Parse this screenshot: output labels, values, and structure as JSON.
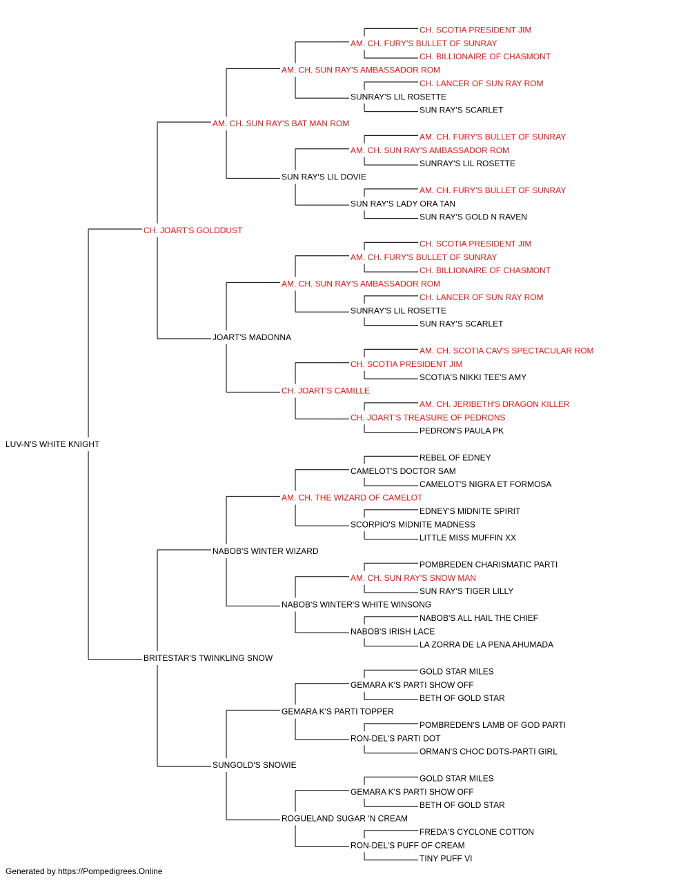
{
  "colors": {
    "champion": "#ee1111",
    "normal": "#000000",
    "connector": "#222222"
  },
  "pedigree": {
    "name": "LUV-N'S WHITE KNIGHT",
    "champion": false,
    "sire": {
      "name": "CH. JOART'S GOLDDUST",
      "champion": true,
      "sire": {
        "name": "AM. CH. SUN RAY'S BAT MAN ROM",
        "champion": true,
        "sire": {
          "name": "AM. CH. SUN RAY'S AMBASSADOR ROM",
          "champion": true,
          "sire": {
            "name": "AM. CH. FURY'S BULLET OF SUNRAY",
            "champion": true,
            "sire": {
              "name": "CH. SCOTIA PRESIDENT JIM",
              "champion": true
            },
            "dam": {
              "name": "CH. BILLIONAIRE OF CHASMONT",
              "champion": true
            }
          },
          "dam": {
            "name": "SUNRAY'S LIL ROSETTE",
            "champion": false,
            "sire": {
              "name": "CH. LANCER OF SUN RAY ROM",
              "champion": true
            },
            "dam": {
              "name": "SUN RAY'S SCARLET",
              "champion": false
            }
          }
        },
        "dam": {
          "name": "SUN RAY'S LIL DOVIE",
          "champion": false,
          "sire": {
            "name": "AM. CH. SUN RAY'S AMBASSADOR ROM",
            "champion": true,
            "sire": {
              "name": "AM. CH. FURY'S BULLET OF SUNRAY",
              "champion": true
            },
            "dam": {
              "name": "SUNRAY'S LIL ROSETTE",
              "champion": false
            }
          },
          "dam": {
            "name": "SUN RAY'S LADY ORA TAN",
            "champion": false,
            "sire": {
              "name": "AM. CH. FURY'S BULLET OF SUNRAY",
              "champion": true
            },
            "dam": {
              "name": "SUN RAY'S GOLD N RAVEN",
              "champion": false
            }
          }
        }
      },
      "dam": {
        "name": "JOART'S MADONNA",
        "champion": false,
        "sire": {
          "name": "AM. CH. SUN RAY'S AMBASSADOR ROM",
          "champion": true,
          "sire": {
            "name": "AM. CH. FURY'S BULLET OF SUNRAY",
            "champion": true,
            "sire": {
              "name": "CH. SCOTIA PRESIDENT JIM",
              "champion": true
            },
            "dam": {
              "name": "CH. BILLIONAIRE OF CHASMONT",
              "champion": true
            }
          },
          "dam": {
            "name": "SUNRAY'S LIL ROSETTE",
            "champion": false,
            "sire": {
              "name": "CH. LANCER OF SUN RAY ROM",
              "champion": true
            },
            "dam": {
              "name": "SUN RAY'S SCARLET",
              "champion": false
            }
          }
        },
        "dam": {
          "name": "CH. JOART'S CAMILLE",
          "champion": true,
          "sire": {
            "name": "CH. SCOTIA PRESIDENT JIM",
            "champion": true,
            "sire": {
              "name": "AM. CH. SCOTIA CAV'S SPECTACULAR ROM",
              "champion": true
            },
            "dam": {
              "name": "SCOTIA'S NIKKI TEE'S AMY",
              "champion": false
            }
          },
          "dam": {
            "name": "CH. JOART'S TREASURE OF PEDRONS",
            "champion": true,
            "sire": {
              "name": "AM. CH. JERIBETH'S DRAGON KILLER",
              "champion": true
            },
            "dam": {
              "name": "PEDRON'S PAULA PK",
              "champion": false
            }
          }
        }
      }
    },
    "dam": {
      "name": "BRITESTAR'S TWINKLING SNOW",
      "champion": false,
      "sire": {
        "name": "NABOB'S WINTER WIZARD",
        "champion": false,
        "sire": {
          "name": "AM. CH. THE WIZARD OF CAMELOT",
          "champion": true,
          "sire": {
            "name": "CAMELOT'S DOCTOR SAM",
            "champion": false,
            "sire": {
              "name": "REBEL OF EDNEY",
              "champion": false
            },
            "dam": {
              "name": "CAMELOT'S NIGRA ET FORMOSA",
              "champion": false
            }
          },
          "dam": {
            "name": "SCORPIO'S MIDNITE MADNESS",
            "champion": false,
            "sire": {
              "name": "EDNEY'S MIDNITE SPIRIT",
              "champion": false
            },
            "dam": {
              "name": "LITTLE MISS MUFFIN XX",
              "champion": false
            }
          }
        },
        "dam": {
          "name": "NABOB'S WINTER'S WHITE WINSONG",
          "champion": false,
          "sire": {
            "name": "AM. CH. SUN RAY'S SNOW MAN",
            "champion": true,
            "sire": {
              "name": "POMBREDEN CHARISMATIC PARTI",
              "champion": false
            },
            "dam": {
              "name": "SUN RAY'S TIGER LILLY",
              "champion": false
            }
          },
          "dam": {
            "name": "NABOB'S IRISH LACE",
            "champion": false,
            "sire": {
              "name": "NABOB'S ALL HAIL THE CHIEF",
              "champion": false
            },
            "dam": {
              "name": "LA ZORRA DE LA PENA AHUMADA",
              "champion": false
            }
          }
        }
      },
      "dam": {
        "name": "SUNGOLD'S SNOWIE",
        "champion": false,
        "sire": {
          "name": "GEMARA K'S PARTI TOPPER",
          "champion": false,
          "sire": {
            "name": "GEMARA K'S PARTI SHOW OFF",
            "champion": false,
            "sire": {
              "name": "GOLD STAR MILES",
              "champion": false
            },
            "dam": {
              "name": "BETH OF GOLD STAR",
              "champion": false
            }
          },
          "dam": {
            "name": "RON-DEL'S PARTI DOT",
            "champion": false,
            "sire": {
              "name": "POMBREDEN'S LAMB OF GOD PARTI",
              "champion": false
            },
            "dam": {
              "name": "ORMAN'S CHOC DOTS-PARTI GIRL",
              "champion": false
            }
          }
        },
        "dam": {
          "name": "ROGUELAND SUGAR 'N CREAM",
          "champion": false,
          "sire": {
            "name": "GEMARA K'S PARTI SHOW OFF",
            "champion": false,
            "sire": {
              "name": "GOLD STAR MILES",
              "champion": false
            },
            "dam": {
              "name": "BETH OF GOLD STAR",
              "champion": false
            }
          },
          "dam": {
            "name": "RON-DEL'S PUFF OF CREAM",
            "champion": false,
            "sire": {
              "name": "FREDA'S CYCLONE COTTON",
              "champion": false
            },
            "dam": {
              "name": "TINY PUFF VI",
              "champion": false
            }
          }
        }
      }
    }
  },
  "footer": {
    "text": "Generated by https://Pompedigrees.Online"
  }
}
